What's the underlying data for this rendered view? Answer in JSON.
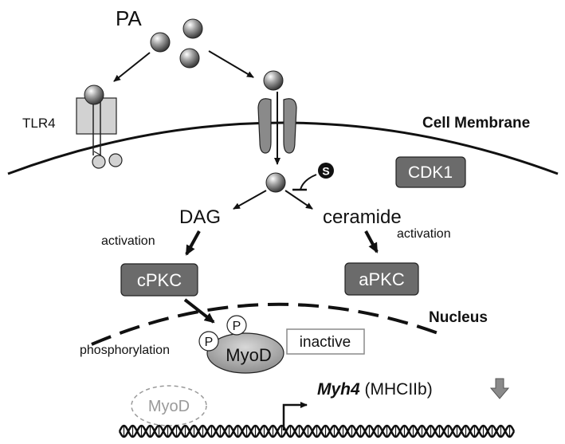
{
  "labels": {
    "pa": "PA",
    "tlr4": "TLR4",
    "cell_membrane": "Cell Membrane",
    "s_marker": "S",
    "cdk1": "CDK1",
    "dag": "DAG",
    "ceramide": "ceramide",
    "activation_left": "activation",
    "activation_right": "activation",
    "cpkc": "cPKC",
    "apkc": "aPKC",
    "nucleus": "Nucleus",
    "phosphorylation": "phosphorylation",
    "p1": "P",
    "p2": "P",
    "myod": "MyoD",
    "inactive": "inactive",
    "myod_inactive": "MyoD",
    "gene_name": "Myh4",
    "gene_protein": " (MHCIIb)"
  },
  "colors": {
    "box_fill": "#6b6b6b",
    "box_text": "#ffffff",
    "receptor_fill": "#d2d2d2",
    "myod_fill": "#b8b8b8",
    "faded": "#9a9a9a",
    "down_arrow": "#8a8a8a",
    "ink": "#111111"
  }
}
